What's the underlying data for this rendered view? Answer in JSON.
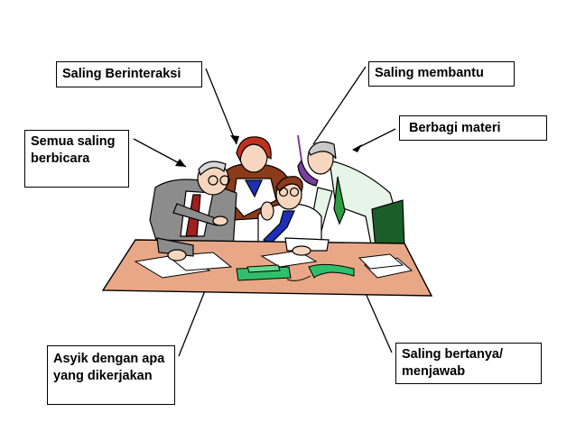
{
  "labels": {
    "saling_berinteraksi": "Saling Berinteraksi",
    "saling_membantu": "Saling membantu",
    "berbagi_materi": "Berbagi materi",
    "semua_saling_berbicara": "Semua saling berbicara",
    "asyik_dengan_apa_yang_dikerjakan": "Asyik dengan apa yang dikerjakan",
    "saling_bertanya_menjawab": "Saling bertanya/ menjawab"
  },
  "colors": {
    "table_top": "#e8a887",
    "phone": "#2fbf6a",
    "tie_blue": "#1d2fb8",
    "shirt_green": "#e6f5e8",
    "pants_green": "#1b5e2a"
  },
  "illustration": "meeting-around-table"
}
